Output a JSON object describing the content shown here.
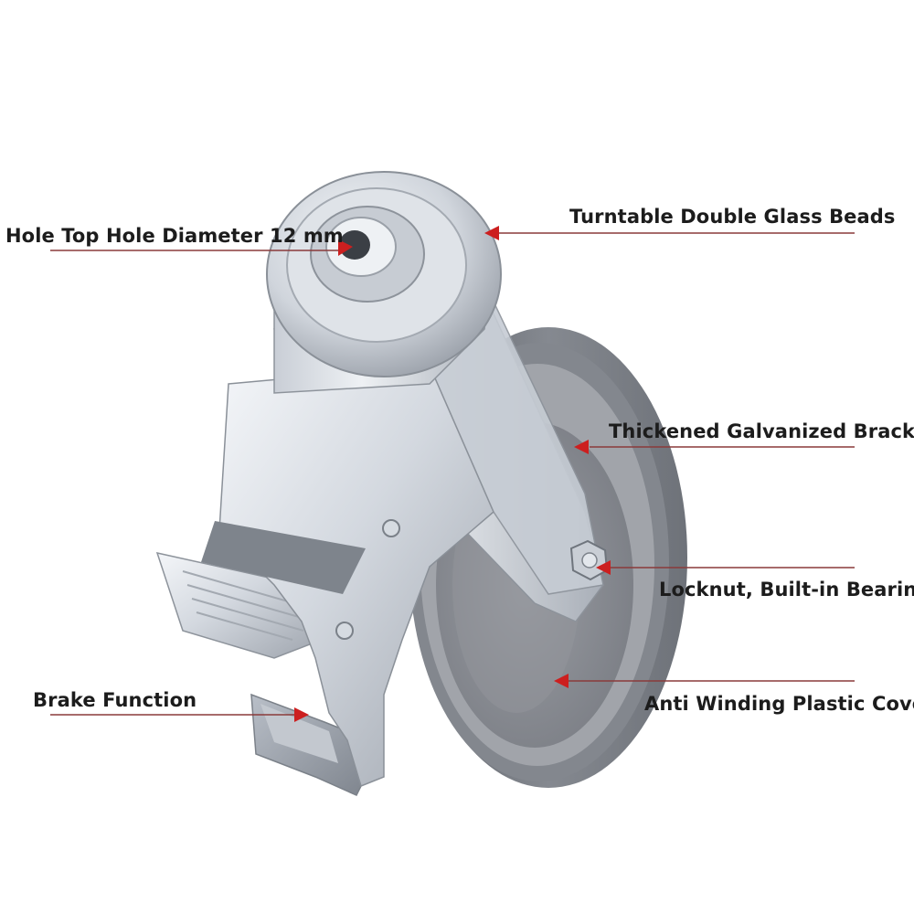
{
  "callouts": {
    "hole_top": "Hole Top Hole Diameter 12 mm",
    "glass_beads": "Turntable Double Glass Beads",
    "bracket": "Thickened Galvanized Bracket",
    "locknut": "Locknut, Built-in Bearing",
    "brake": "Brake Function",
    "plastic_cover": "Anti Winding Plastic Cover"
  },
  "colors": {
    "arrow": "#cc1f1f",
    "leader_line": "#8a3a3a",
    "tread_gray": "#7b7f86",
    "hub_gray": "#8d9096",
    "steel_light": "#e6e9ee",
    "steel_dark": "#9aa0a8",
    "label_text": "#1c1c1c"
  }
}
